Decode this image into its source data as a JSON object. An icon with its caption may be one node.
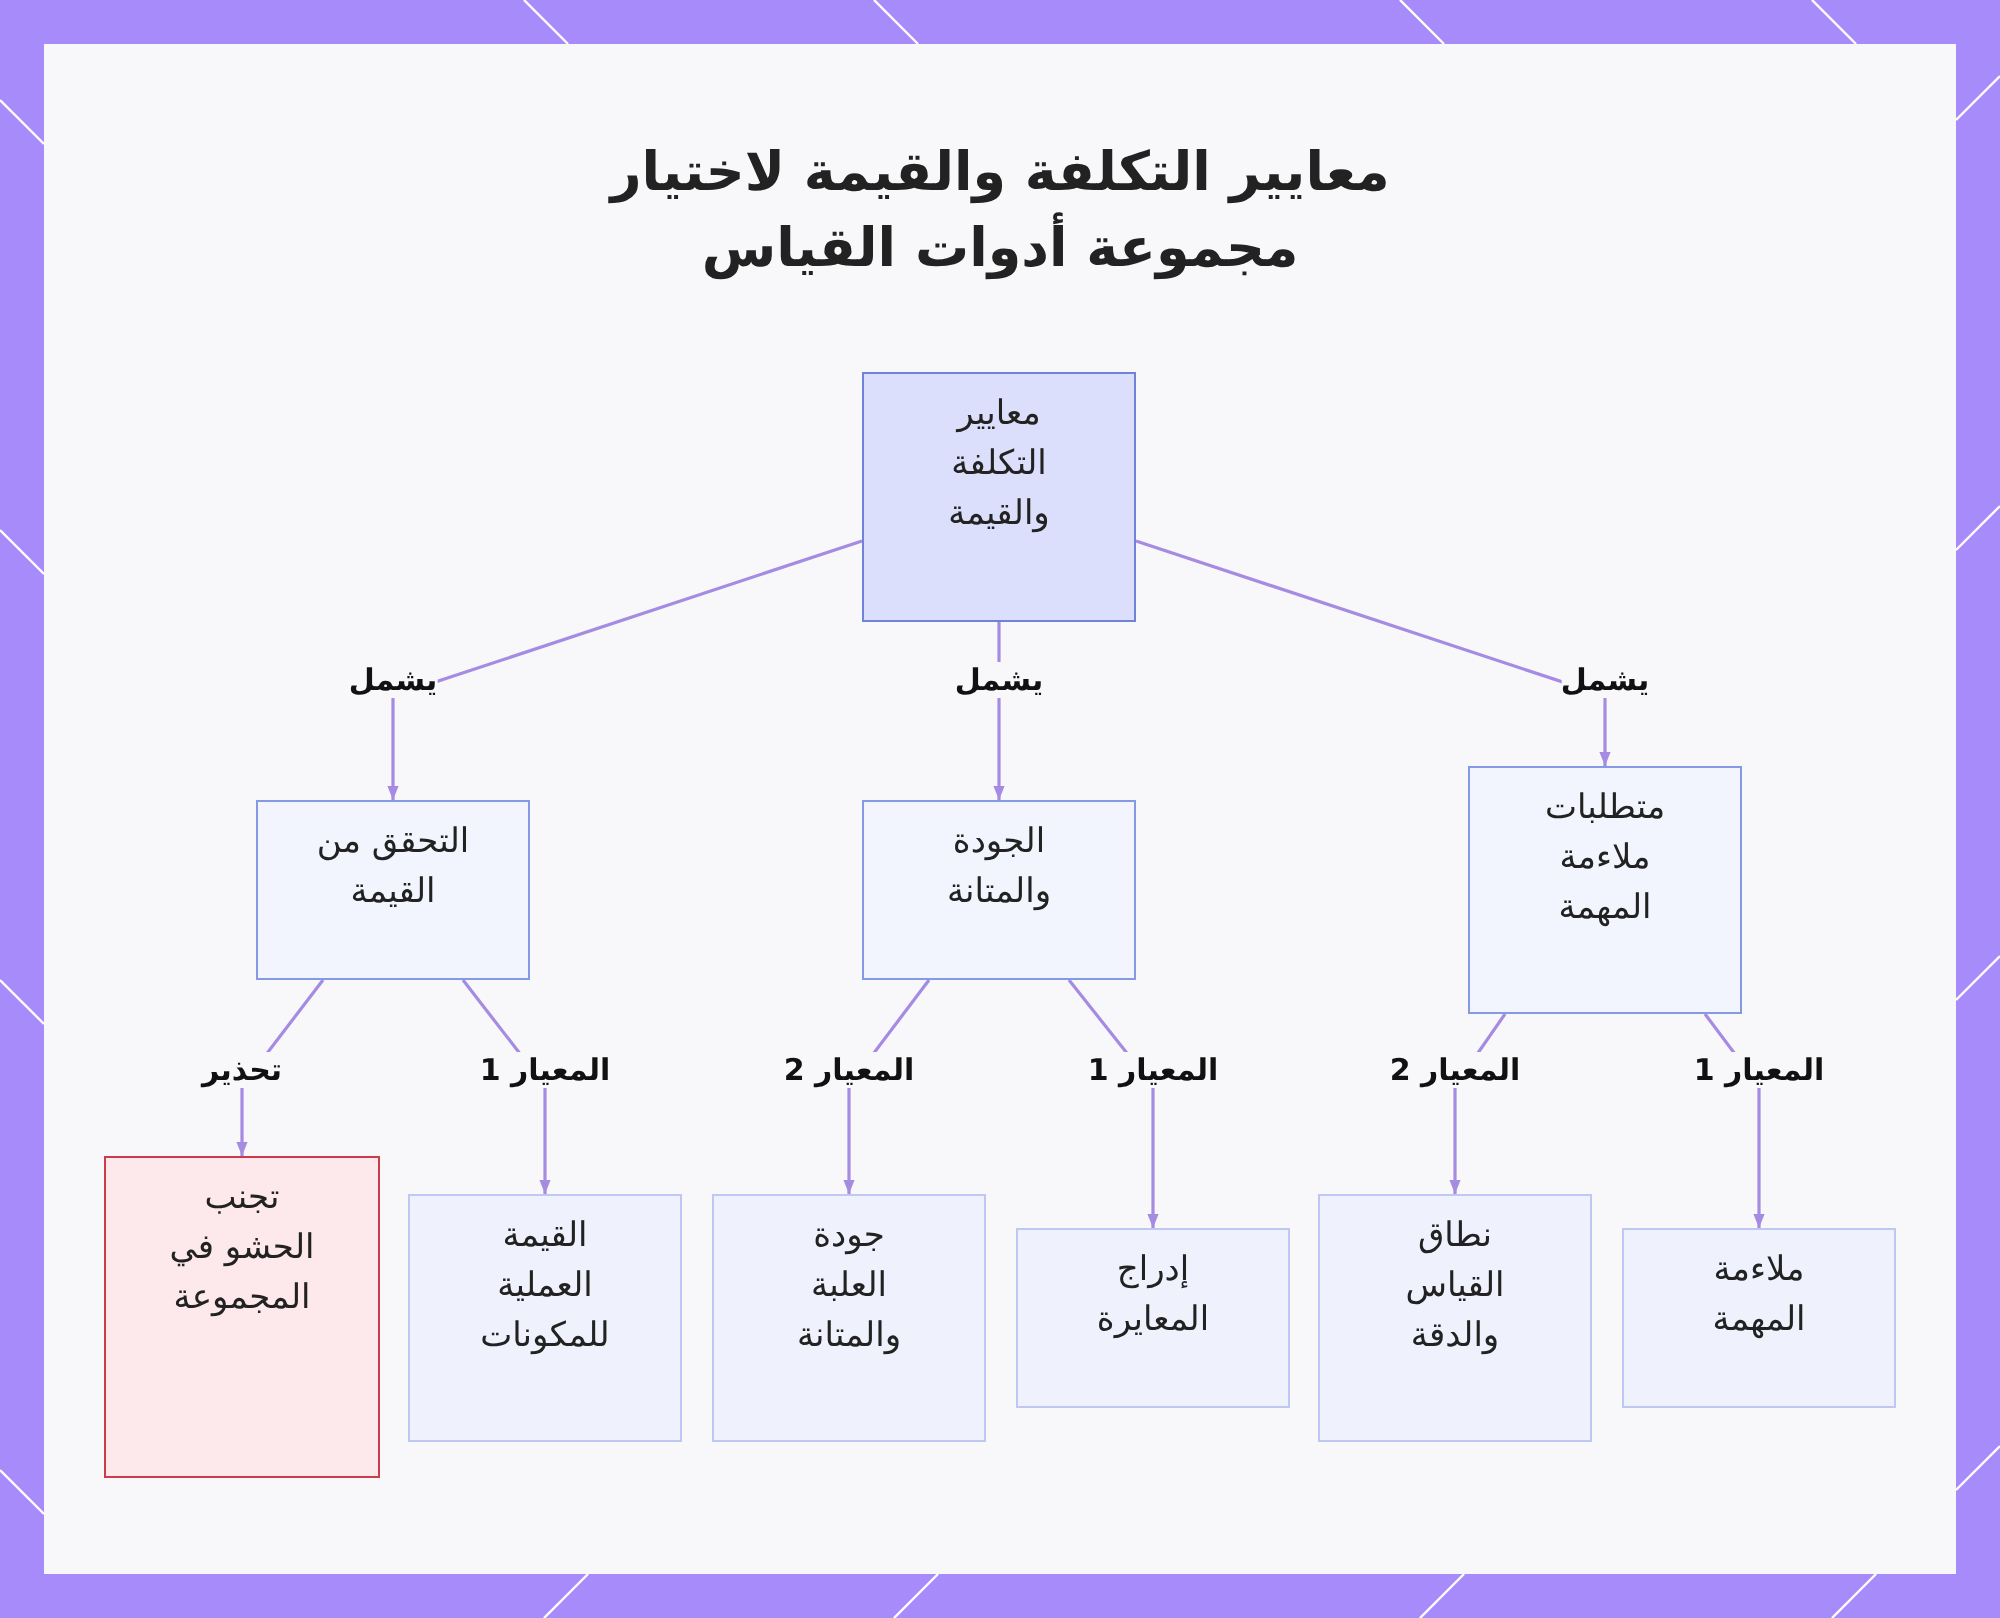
{
  "diagram": {
    "title": "معايير التكلفة والقيمة لاختيار مجموعة أدوات القياس",
    "nodes": [
      {
        "text": [
          "معايير التكلفة والقيمة"
        ]
      },
      {
        "text": [
          "متطلبات ملاءمة المهمة"
        ]
      },
      {
        "text": [
          "الجودة والمتانة"
        ]
      },
      {
        "text": [
          "التحقق من القيمة"
        ]
      },
      {
        "text": [
          "ملاءمة المهمة"
        ]
      },
      {
        "text": [
          "نطاق القياس والدقة"
        ]
      },
      {
        "text": [
          "إدراج المعايرة"
        ]
      },
      {
        "text": [
          "جودة العلبة والمتانة"
        ]
      },
      {
        "text": [
          "القيمة العملية للمكونات"
        ]
      },
      {
        "text": [
          "تجنب الحشو في المجموعة"
        ]
      }
    ],
    "edges": [
      {
        "from": 0,
        "to": 1,
        "arrow": "to",
        "label": "يشمل"
      },
      {
        "from": 0,
        "to": 2,
        "arrow": "to",
        "label": "يشمل"
      },
      {
        "from": 0,
        "to": 3,
        "arrow": "to",
        "label": "يشمل"
      },
      {
        "from": 1,
        "to": 4,
        "arrow": "to",
        "label": "المعيار 1"
      },
      {
        "from": 1,
        "to": 5,
        "arrow": "to",
        "label": "المعيار 2"
      },
      {
        "from": 2,
        "to": 6,
        "arrow": "to",
        "label": "المعيار 1"
      },
      {
        "from": 2,
        "to": 7,
        "arrow": "to",
        "label": "المعيار 2"
      },
      {
        "from": 3,
        "to": 8,
        "arrow": "to",
        "label": "المعيار 1"
      },
      {
        "from": 3,
        "to": 9,
        "arrow": "to",
        "label": "تحذير"
      }
    ]
  }
}
